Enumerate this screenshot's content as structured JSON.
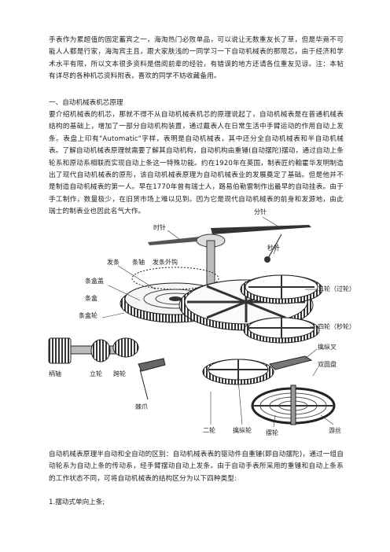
{
  "paragraphs": {
    "intro": "手表作为累超值的固定蓄宾之一，海淘热门必败单品，可以说让无数重友长了草，但是毕竟不可能人人都是行家，海淘宾主且，跟大家肤浅的一同学习一下自动机械表的那限芯，由于经济和学术水平有限，所以文本很多资料是借阅前辈的经验，有错误的地方还请各位重友见谅。注：本帖有详尽的各种机芯资料附表，喜欢的同学不妨收藏备用。",
    "section_title": "一、自动机械表机芯原理",
    "principle": "要介绍机械表的机芯，那就不得不从自动机械表机芯的原理说起了，自动机械表是在普通机械表结构的基础上，增加了一部分自动机构装置，通过戴表人在日常生活中手臂运动的作用自动上发条。表盘上印有\"Automatic\"字样，表明是自动机械表，其中还分全自动机械表和半自动机械表。了解自动机械表原理就需要了解其自动机构，自动机构由重锤(自动摆陀)摆动，通过自动上条轮系和原动系相联而实现自动上条这一特殊功能。约在1920年在英国，制表匠约翰霍华发明制造出了现代自动机械表的原形，该自动机械表原理为自动机械表业的发展奠定了基础。但是他并不是制造自动机械表的第一人。早在1770年曾有瑞士人，路易伯勒雷制作出最早的自动挂表。由于手工制作，数量极少，在旧货市场上难以见到。因为它是现代自动机械表的前身和发源地，由此瑞士的制表业也因此名气大作。",
    "types_intro": "自动机械表原理半自动和全自动的区别：自动机械表表的驱动件自重锤(即自动摆陀)，通过一组自动轮系为自动上条的传动系，经手臂摆动自动上发条。由于自动手表所采用的重锤和自动上条系的工作状态不同，可将自动机械表的结构区分为以下四种类型:",
    "type_1": "1.摆动式单向上条;"
  },
  "diagram_labels": {
    "minute_hand": "分针",
    "hour_hand": "时针",
    "second_hand": "秒针",
    "mainspring": "发条",
    "arbor": "条轴",
    "spring_hook": "发条外钩",
    "barrel_cover": "条盒盖",
    "barrel": "条盒",
    "barrel_wheel": "条盒轮",
    "third_wheel": "三轮（过轮）",
    "fourth_wheel": "四轮（秒轮）",
    "pallet_fork": "擒纵叉",
    "double_roller": "双圆盘",
    "winding_stem": "柄轴",
    "crown_wheel": "立轮",
    "clutch_wheel": "跨轮",
    "click": "棘爪",
    "second_wheel": "二轮",
    "escape_wheel": "擒纵轮",
    "balance_wheel": "摆轮",
    "hairspring": "游丝"
  }
}
